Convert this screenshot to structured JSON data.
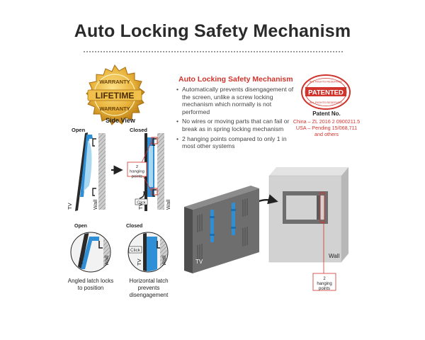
{
  "title": "Auto Locking Safety Mechanism",
  "badge": {
    "top_text": "WARRANTY",
    "main_text": "LIFETIME",
    "bottom_text": "WARRANTY"
  },
  "features": {
    "title": "Auto Locking Safety Mechanism",
    "bullets": [
      "Automatically prevents disengagement of the screen, unlike a screw locking mechanism which normally is not performed",
      "No wires or moving parts that can fail or break as in spring locking mechanism",
      "2 hanging points compared to only 1 in most other systems"
    ]
  },
  "patent": {
    "stamp_top": "ALL RIGHTS RESERVED",
    "stamp_main": "PATENTED",
    "stamp_bottom": "ALL RIGHTS RESERVED",
    "heading": "Patent No.",
    "lines": [
      "China – ZL 2016 2 0900211.5",
      "USA – Pending 15/068,711",
      "and others"
    ]
  },
  "side_view": {
    "title": "Side View",
    "open_label": "Open",
    "closed_label": "Closed",
    "tv_label": "TV",
    "wall_label": "Wall",
    "hanging_points": "2 hanging points",
    "click_label": "Click"
  },
  "details": {
    "open_label": "Open",
    "closed_label": "Closed",
    "tv_label": "TV",
    "wall_label": "Wall",
    "click_label": "Click",
    "open_caption": "Angled latch locks to position",
    "closed_caption": "Horizontal latch prevents disengagement"
  },
  "mount_3d": {
    "tv_label": "TV",
    "wall_label": "Wall",
    "hanging_points": "2 hanging points"
  },
  "colors": {
    "accent_red": "#d0342c",
    "blue": "#2f8fd6",
    "light_blue": "#a8d7f2",
    "wall_gray": "#8a8a8a",
    "tv_gray": "#6e6e6e"
  }
}
